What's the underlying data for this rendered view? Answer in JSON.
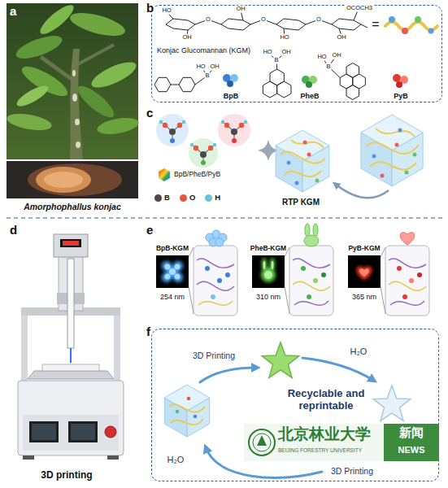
{
  "diagram": {
    "nodes": [
      {
        "text": [
          "b",
          "Konjac Glucomannan (KGM)",
          "BpB",
          "PheB",
          "PyB"
        ]
      },
      {
        "text": [
          "f",
          "3D Printing",
          "H₂O",
          "Recyclable and reprintable",
          "H₂O",
          "3D Printing"
        ]
      },
      {
        "text": [
          "北京林业大学",
          "BEIJING FORESTRY UNIVERSITY",
          "新闻",
          "NEWS"
        ]
      }
    ],
    "labels": [
      "a",
      "Amorphophallus konjac",
      "c",
      "BpB/PheB/PyB",
      "RTP KGM",
      "d",
      "3D printing",
      "e",
      "BpB-KGM",
      "PheB-KGM",
      "PyB-KGM",
      "254 nm",
      "310 nm",
      "365 nm",
      "HO",
      "OH",
      "O",
      "OH",
      "O",
      "HO",
      "O",
      "OCOCH3",
      "OH",
      "=",
      "HO",
      "B",
      "OH",
      "HO",
      "B",
      "OH",
      "HO",
      "B",
      "OH"
    ],
    "legend": [
      {
        "text": "B",
        "color": "#4a4a4a"
      },
      {
        "text": "O",
        "color": "#e8553f"
      },
      {
        "text": "H",
        "color": "#63c7d8"
      }
    ]
  }
}
